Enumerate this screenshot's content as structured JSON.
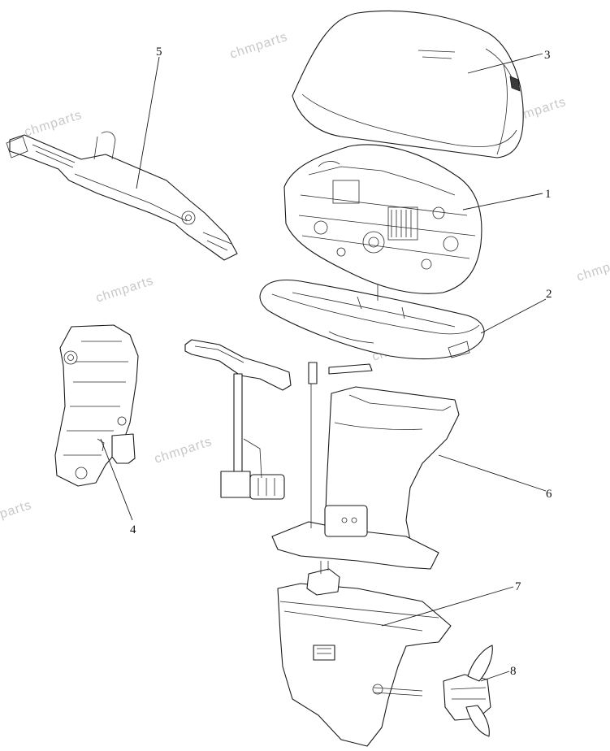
{
  "watermark": "chmparts",
  "callouts": [
    "1",
    "2",
    "3",
    "4",
    "5",
    "6",
    "7",
    "8"
  ]
}
